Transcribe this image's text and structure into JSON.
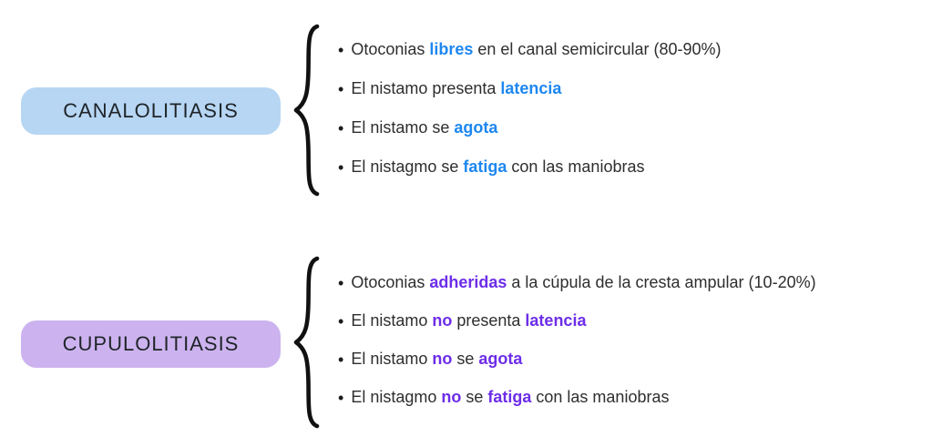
{
  "page": {
    "background": "#ffffff",
    "brace_color": "#111111",
    "body_text_color": "#2e2e2e"
  },
  "sections": [
    {
      "id": "canalolitiasis",
      "label": "CANALOLITIASIS",
      "box_color": "#b7d6f4",
      "accent_color": "#1d87f0",
      "bullets": [
        [
          {
            "t": "Otoconias "
          },
          {
            "t": "libres",
            "b": true
          },
          {
            "t": " en el canal semicircular (80-90%)"
          }
        ],
        [
          {
            "t": "El nistamo presenta "
          },
          {
            "t": "latencia",
            "b": true
          }
        ],
        [
          {
            "t": "El nistamo se "
          },
          {
            "t": "agota",
            "b": true
          }
        ],
        [
          {
            "t": "El nistagmo se "
          },
          {
            "t": "fatiga",
            "b": true
          },
          {
            "t": " con las maniobras"
          }
        ]
      ]
    },
    {
      "id": "cupulolitiasis",
      "label": "CUPULOLITIASIS",
      "box_color": "#ccb3ef",
      "accent_color": "#6d2de8",
      "bullets": [
        [
          {
            "t": "Otoconias "
          },
          {
            "t": "adheridas",
            "b": true
          },
          {
            "t": " a la cúpula de la cresta ampular (10-20%)"
          }
        ],
        [
          {
            "t": "El nistamo "
          },
          {
            "t": "no",
            "b": true
          },
          {
            "t": " presenta "
          },
          {
            "t": "latencia",
            "b": true
          }
        ],
        [
          {
            "t": "El nistamo "
          },
          {
            "t": "no",
            "b": true
          },
          {
            "t": " se "
          },
          {
            "t": "agota",
            "b": true
          }
        ],
        [
          {
            "t": "El nistagmo "
          },
          {
            "t": "no",
            "b": true
          },
          {
            "t": " se "
          },
          {
            "t": "fatiga",
            "b": true
          },
          {
            "t": " con las maniobras"
          }
        ]
      ]
    }
  ]
}
